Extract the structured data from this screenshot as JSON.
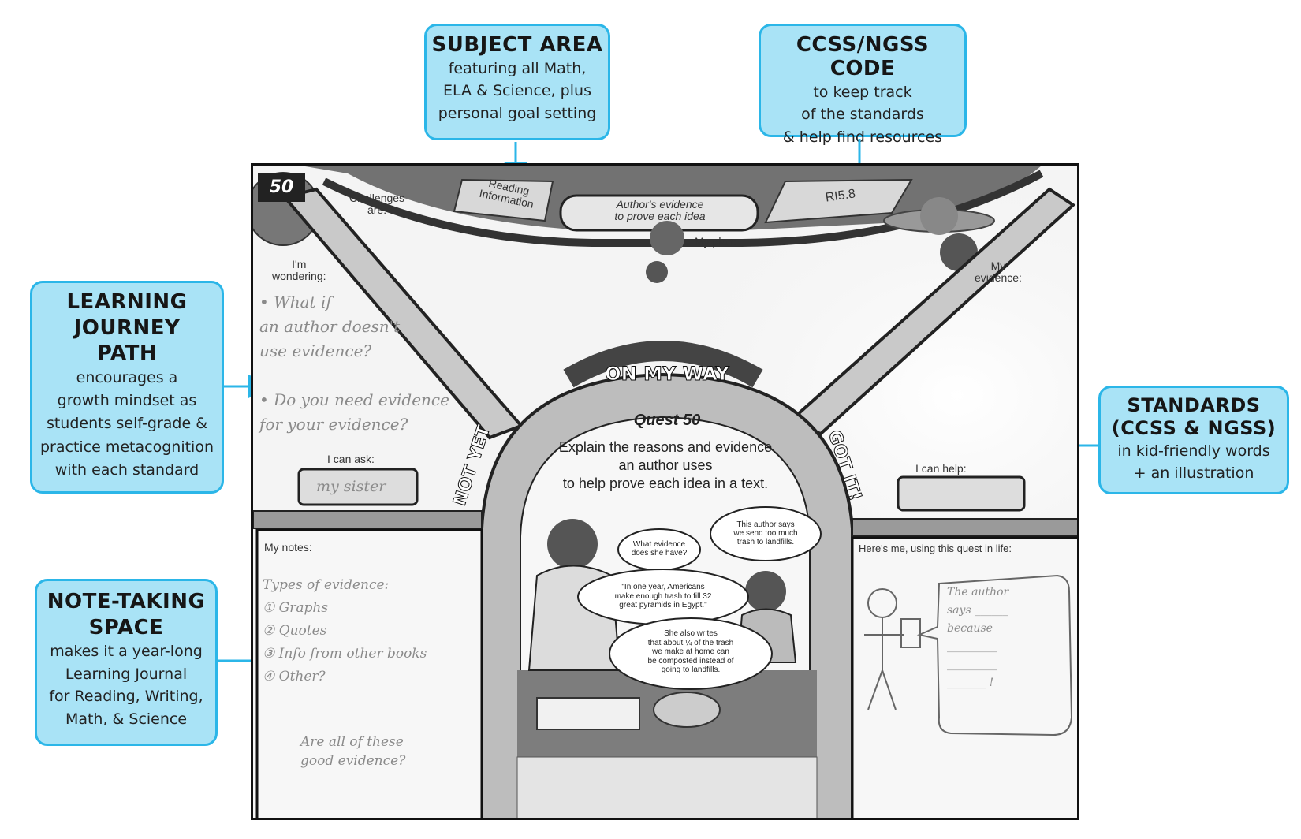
{
  "callouts": {
    "subject_area": {
      "title": "SUBJECT AREA",
      "body": "featuring all Math,\nELA & Science, plus\npersonal goal setting"
    },
    "ccss_code": {
      "title": "CCSS/NGSS CODE",
      "body": "to keep track\nof the standards\n& help find resources"
    },
    "learning_path": {
      "title": "LEARNING\nJOURNEY\nPATH",
      "body": "encourages a\ngrowth mindset as\nstudents self-grade &\npractice metacognition\nwith each standard"
    },
    "standards": {
      "title": "STANDARDS\n(CCSS & NGSS)",
      "body": "in kid-friendly words\n+ an illustration"
    },
    "note_taking": {
      "title": "NOTE-TAKING\nSPACE",
      "body": "makes it a year-long\nLearning Journal\nfor Reading, Writing,\nMath, & Science"
    }
  },
  "page": {
    "number": "50",
    "subject": "Reading\nInformation",
    "topic": "Author's evidence\nto prove each idea",
    "code": "RI5.8",
    "challenges_label": "Challenges\nare:",
    "plan_label": "My plan:",
    "wondering_label": "I'm\nwondering:",
    "evidence_label": "My\nevidence:",
    "wondering_notes": "• What if\n an author doesn't\n use evidence?\n\n• Do you need evidence\n for your evidence?",
    "on_my_way": "ON MY WAY",
    "not_yet": "NOT YET",
    "got_it": "GOT IT!",
    "quest_title": "Quest 50",
    "quest_text": "Explain the reasons and evidence\nan author uses\nto help prove each idea in a text.",
    "can_ask_label": "I can ask:",
    "can_ask_value": "my sister",
    "can_help_label": "I can help:",
    "notes_label": "My notes:",
    "notes_text": "Types of evidence:\n ① Graphs\n ② Quotes\n ③ Info from other books\n ④ Other?",
    "notes_footer": "Are all of these\n good evidence?",
    "me_label": "Here's me, using this quest in life:",
    "me_speech": "The author\nsays ______\nbecause\n_________\n_________\n_______ !",
    "bubbles": {
      "b1": "What evidence\ndoes she have?",
      "b2": "This author says\nwe send too much\ntrash to landfills.",
      "b3": "\"In one year, Americans\nmake enough trash to fill 32\ngreat pyramids in Egypt.\"",
      "b4": "She also writes\nthat about ¼ of the trash\nwe make at home can\nbe composted instead of\ngoing to landfills."
    }
  },
  "colors": {
    "callout_fill": "#a9e3f6",
    "callout_border": "#2bb6e8",
    "arrow": "#2bb6e8"
  }
}
